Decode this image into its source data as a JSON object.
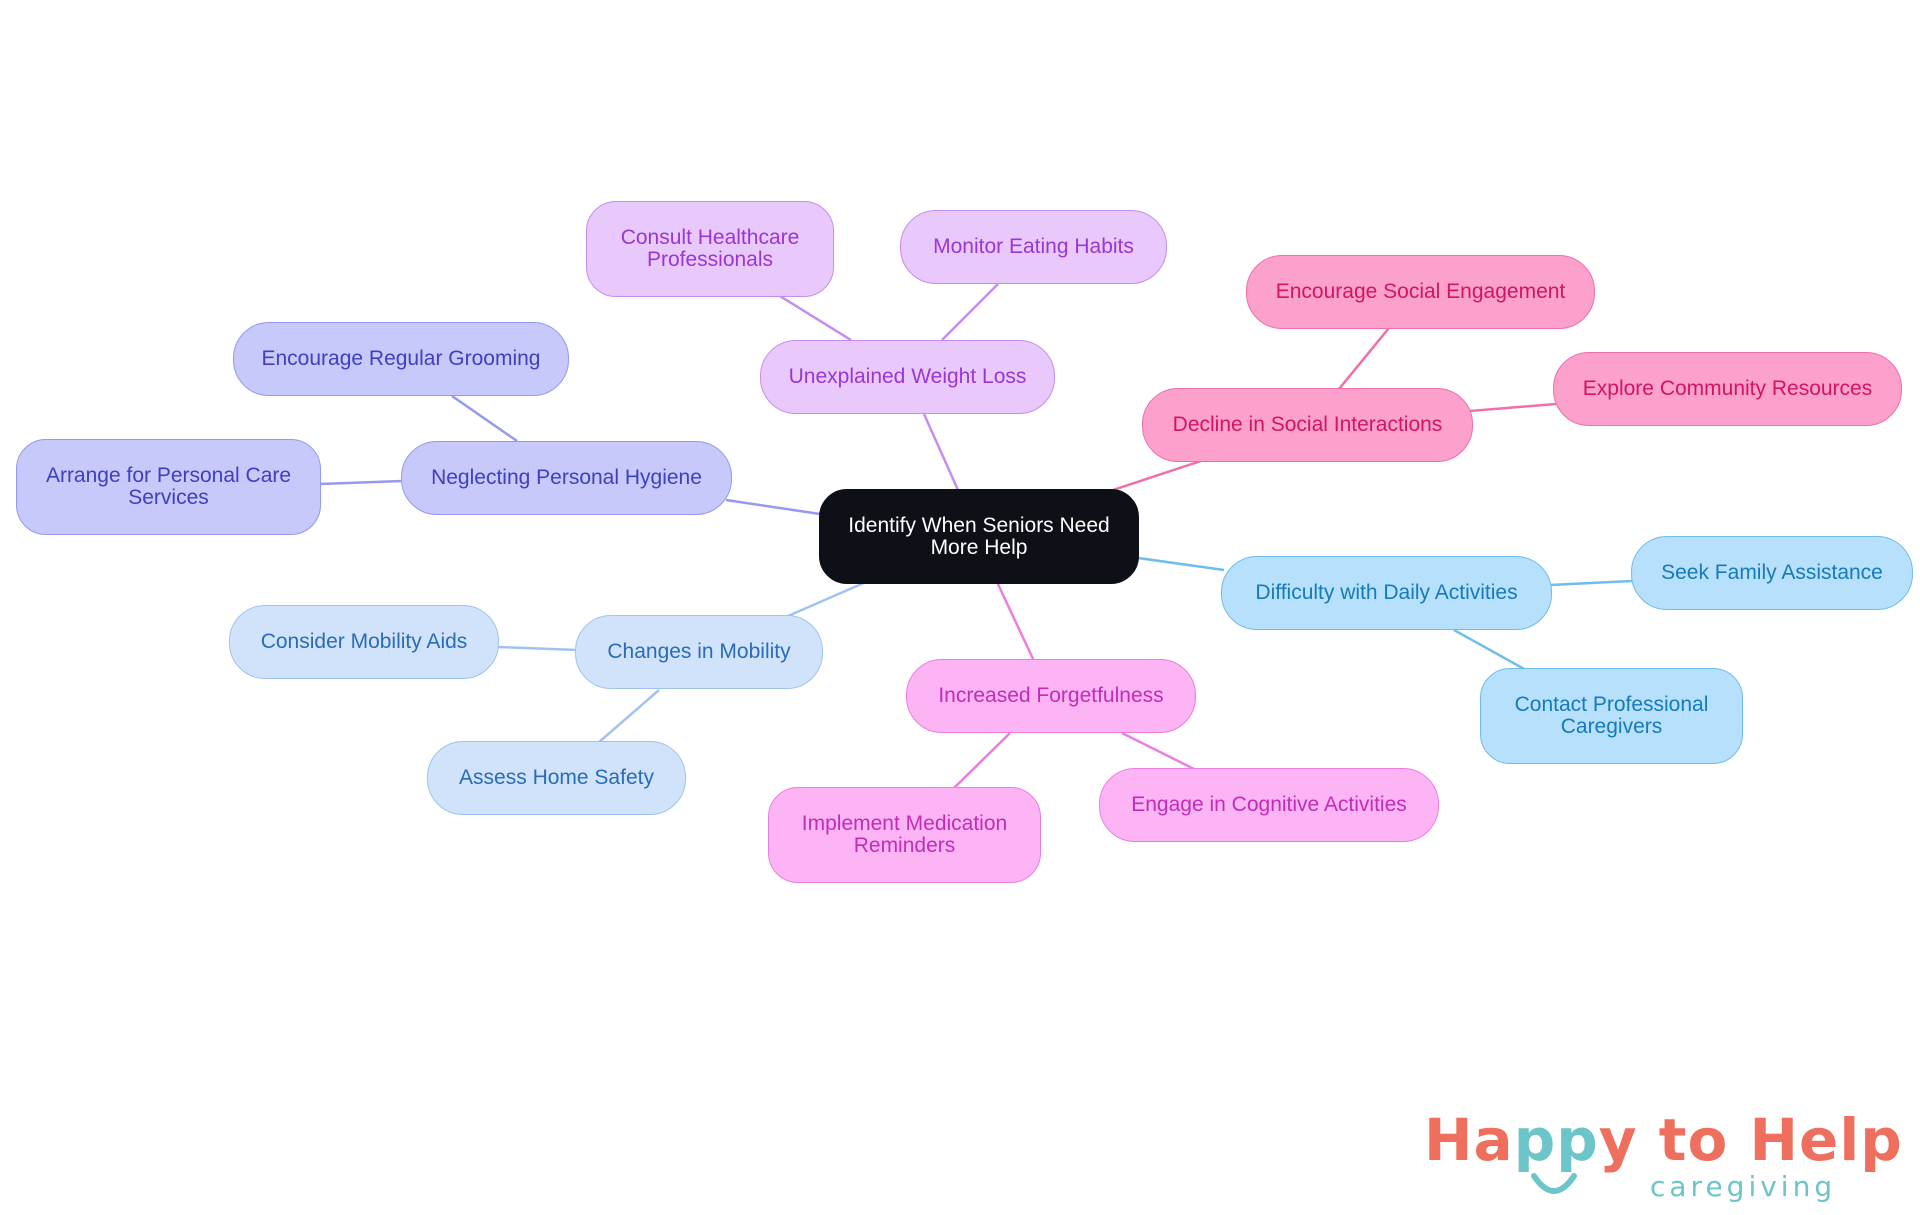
{
  "mindmap": {
    "root": "Identify When Seniors Need More Help",
    "branches": [
      {
        "id": "weight",
        "label": "Unexplained Weight Loss",
        "color": "#c48ef0",
        "children": [
          {
            "id": "weight-1",
            "label": "Consult Healthcare Professionals"
          },
          {
            "id": "weight-2",
            "label": "Monitor Eating Habits"
          }
        ]
      },
      {
        "id": "social",
        "label": "Decline in Social Interactions",
        "color": "#ef6fab",
        "children": [
          {
            "id": "social-1",
            "label": "Encourage Social Engagement"
          },
          {
            "id": "social-2",
            "label": "Explore Community Resources"
          }
        ]
      },
      {
        "id": "daily",
        "label": "Difficulty with Daily Activities",
        "color": "#6fbdea",
        "children": [
          {
            "id": "daily-1",
            "label": "Seek Family Assistance"
          },
          {
            "id": "daily-2",
            "label": "Contact Professional Caregivers"
          }
        ]
      },
      {
        "id": "forget",
        "label": "Increased Forgetfulness",
        "color": "#ec7de0",
        "children": [
          {
            "id": "forget-1",
            "label": "Implement Medication Reminders"
          },
          {
            "id": "forget-2",
            "label": "Engage in Cognitive Activities"
          }
        ]
      },
      {
        "id": "mobility",
        "label": "Changes in Mobility",
        "color": "#9fc3ee",
        "children": [
          {
            "id": "mobility-1",
            "label": "Consider Mobility Aids"
          },
          {
            "id": "mobility-2",
            "label": "Assess Home Safety"
          }
        ]
      },
      {
        "id": "hygiene",
        "label": "Neglecting Personal Hygiene",
        "color": "#9599ef",
        "children": [
          {
            "id": "hygiene-1",
            "label": "Encourage Regular Grooming"
          },
          {
            "id": "hygiene-2",
            "label": "Arrange for Personal Care Services"
          }
        ]
      }
    ]
  },
  "logo": {
    "title_part1": "Ha",
    "title_part2": "pp",
    "title_part3": "y to Help",
    "subtitle": "caregiving",
    "colors": {
      "coral": "#ef6f5e",
      "teal": "#6cc5c8"
    }
  }
}
